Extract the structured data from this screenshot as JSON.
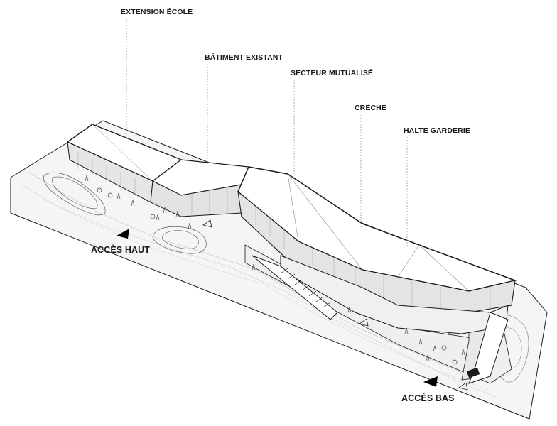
{
  "labels": {
    "extension_ecole": "EXTENSION ÉCOLE",
    "batiment_existant": "BÂTIMENT EXISTANT",
    "secteur_mutualise": "SECTEUR MUTUALISÉ",
    "creche": "CRÈCHE",
    "halte_garderie": "HALTE GARDERIE",
    "acces_haut": "ACCÈS HAUT",
    "acces_bas": "ACCÈS BAS"
  },
  "colors": {
    "line": "#1a1a1a",
    "leader": "#9a9a9a",
    "ground": "#f4f4f4",
    "roof": "#ffffff",
    "facade": "#e9e9e9",
    "glazing": "#d5d5d5",
    "arrow": "#000000"
  }
}
